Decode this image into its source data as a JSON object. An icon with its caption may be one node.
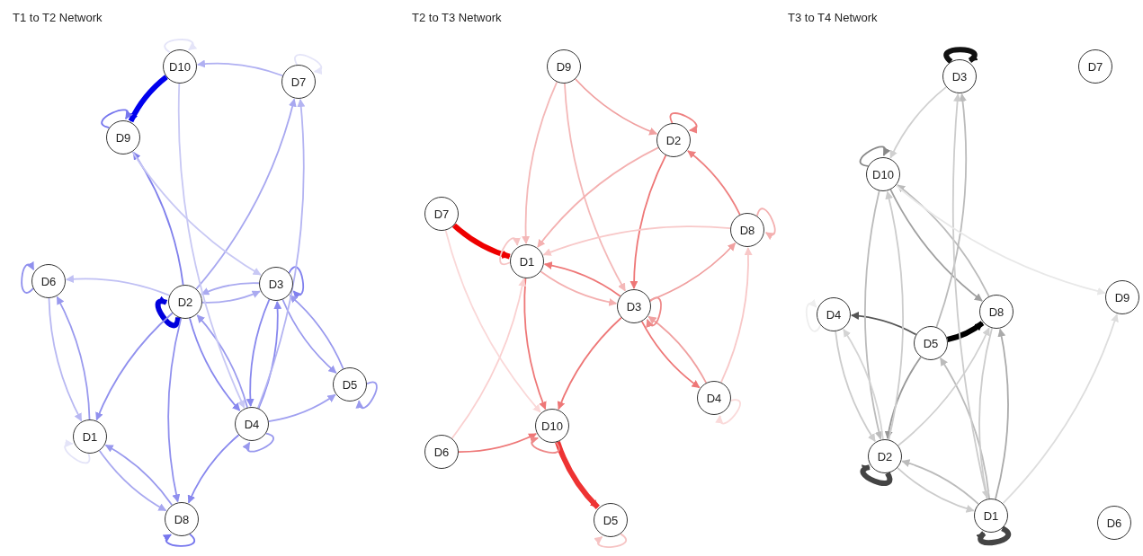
{
  "diagram": {
    "nodes": [
      {
        "text": [
          "D10"
        ]
      },
      {
        "text": [
          "D7"
        ]
      },
      {
        "text": [
          "D9"
        ]
      },
      {
        "text": [
          "D6"
        ]
      },
      {
        "text": [
          "D3"
        ]
      },
      {
        "text": [
          "D2"
        ]
      },
      {
        "text": [
          "D5"
        ]
      },
      {
        "text": [
          "D4"
        ]
      },
      {
        "text": [
          "D1"
        ]
      },
      {
        "text": [
          "D8"
        ]
      },
      {
        "text": [
          "D9"
        ]
      },
      {
        "text": [
          "D2"
        ]
      },
      {
        "text": [
          "D7"
        ]
      },
      {
        "text": [
          "D8"
        ]
      },
      {
        "text": [
          "D1"
        ]
      },
      {
        "text": [
          "D3"
        ]
      },
      {
        "text": [
          "D4"
        ]
      },
      {
        "text": [
          "D10"
        ]
      },
      {
        "text": [
          "D6"
        ]
      },
      {
        "text": [
          "D5"
        ]
      },
      {
        "text": [
          "D7"
        ]
      },
      {
        "text": [
          "D3"
        ]
      },
      {
        "text": [
          "D10"
        ]
      },
      {
        "text": [
          "D9"
        ]
      },
      {
        "text": [
          "D8"
        ]
      },
      {
        "text": [
          "D4"
        ]
      },
      {
        "text": [
          "D5"
        ]
      },
      {
        "text": [
          "D2"
        ]
      },
      {
        "text": [
          "D1"
        ]
      },
      {
        "text": [
          "D6"
        ]
      }
    ],
    "edges": [
      {
        "from": 0,
        "to": 2,
        "arrow": "to",
        "style": "thick",
        "color": "#0000ee"
      },
      {
        "from": 2,
        "to": 2,
        "arrow": "to",
        "color": "#7777ee"
      },
      {
        "from": 5,
        "to": 5,
        "arrow": "to",
        "style": "thick",
        "color": "#0000dd"
      },
      {
        "from": 5,
        "to": 2,
        "arrow": "to",
        "color": "#8080ec"
      },
      {
        "from": 1,
        "to": 0,
        "arrow": "to",
        "color": "#b0b0f2"
      },
      {
        "from": 4,
        "to": 4,
        "arrow": "to",
        "color": "#8080ee"
      },
      {
        "from": 3,
        "to": 3,
        "arrow": "to",
        "color": "#9090ee"
      },
      {
        "from": 6,
        "to": 6,
        "arrow": "to",
        "color": "#9999ee"
      },
      {
        "from": 7,
        "to": 7,
        "arrow": "to",
        "color": "#9999ee"
      },
      {
        "from": 9,
        "to": 9,
        "arrow": "to",
        "color": "#7777ee"
      },
      {
        "from": 0,
        "to": 0,
        "arrow": "to",
        "color": "#e4e4f8"
      },
      {
        "from": 1,
        "to": 1,
        "arrow": "to",
        "color": "#e4e4f8"
      },
      {
        "from": 8,
        "to": 8,
        "arrow": "to",
        "color": "#e4e4f8"
      },
      {
        "from": 4,
        "to": 7,
        "arrow": "to",
        "color": "#8888ee"
      },
      {
        "from": 7,
        "to": 4,
        "arrow": "to",
        "color": "#8888ee"
      },
      {
        "from": 5,
        "to": 7,
        "arrow": "to",
        "color": "#8888ee"
      },
      {
        "from": 7,
        "to": 5,
        "arrow": "to",
        "color": "#9a9aee"
      },
      {
        "from": 4,
        "to": 6,
        "arrow": "to",
        "color": "#9999ee"
      },
      {
        "from": 6,
        "to": 4,
        "arrow": "to",
        "color": "#9999ee"
      },
      {
        "from": 7,
        "to": 6,
        "arrow": "to",
        "color": "#a0a0f0"
      },
      {
        "from": 7,
        "to": 9,
        "arrow": "to",
        "color": "#8888ee"
      },
      {
        "from": 5,
        "to": 9,
        "arrow": "to",
        "color": "#9090ee"
      },
      {
        "from": 5,
        "to": 8,
        "arrow": "to",
        "color": "#9090ee"
      },
      {
        "from": 9,
        "to": 8,
        "arrow": "to",
        "color": "#9999ee"
      },
      {
        "from": 8,
        "to": 9,
        "arrow": "to",
        "color": "#a8a8f0"
      },
      {
        "from": 8,
        "to": 3,
        "arrow": "to",
        "color": "#9999ee"
      },
      {
        "from": 3,
        "to": 8,
        "arrow": "to",
        "color": "#b8b8f2"
      },
      {
        "from": 4,
        "to": 5,
        "arrow": "to",
        "color": "#aaaaf0"
      },
      {
        "from": 5,
        "to": 4,
        "arrow": "to",
        "color": "#aaaaf0"
      },
      {
        "from": 5,
        "to": 1,
        "arrow": "to",
        "color": "#a8a8f0"
      },
      {
        "from": 7,
        "to": 1,
        "arrow": "to",
        "color": "#b4b4f2"
      },
      {
        "from": 5,
        "to": 3,
        "arrow": "to",
        "color": "#c0c0f4"
      },
      {
        "from": 0,
        "to": 7,
        "arrow": "to",
        "color": "#c8c8f4"
      },
      {
        "from": 2,
        "to": 4,
        "arrow": "to",
        "color": "#c8c8f4"
      },
      {
        "from": 12,
        "to": 14,
        "arrow": "to",
        "style": "thick",
        "color": "#ee0000"
      },
      {
        "from": 17,
        "to": 19,
        "arrow": "to",
        "style": "thick",
        "color": "#ee3333"
      },
      {
        "from": 18,
        "to": 17,
        "arrow": "to",
        "color": "#ee7777"
      },
      {
        "from": 17,
        "to": 17,
        "arrow": "to",
        "color": "#ee8888"
      },
      {
        "from": 11,
        "to": 15,
        "arrow": "to",
        "color": "#ee7777"
      },
      {
        "from": 13,
        "to": 11,
        "arrow": "to",
        "color": "#ee8080"
      },
      {
        "from": 11,
        "to": 11,
        "arrow": "to",
        "color": "#ee8080"
      },
      {
        "from": 10,
        "to": 11,
        "arrow": "to",
        "color": "#f0a0a0"
      },
      {
        "from": 15,
        "to": 14,
        "arrow": "to",
        "color": "#ee7777"
      },
      {
        "from": 14,
        "to": 15,
        "arrow": "to",
        "color": "#f4b0b0"
      },
      {
        "from": 14,
        "to": 17,
        "arrow": "to",
        "color": "#ee7777"
      },
      {
        "from": 15,
        "to": 17,
        "arrow": "to",
        "color": "#ee7777"
      },
      {
        "from": 15,
        "to": 16,
        "arrow": "to",
        "color": "#ee7777"
      },
      {
        "from": 16,
        "to": 15,
        "arrow": "to",
        "color": "#f0a0a0"
      },
      {
        "from": 15,
        "to": 15,
        "arrow": "to",
        "color": "#ee8888"
      },
      {
        "from": 15,
        "to": 13,
        "arrow": "to",
        "color": "#f0a0a0"
      },
      {
        "from": 13,
        "to": 13,
        "arrow": "to",
        "color": "#f4b0b0"
      },
      {
        "from": 14,
        "to": 14,
        "arrow": "to",
        "color": "#f6c4c4"
      },
      {
        "from": 19,
        "to": 19,
        "arrow": "to",
        "color": "#f6c4c4"
      },
      {
        "from": 16,
        "to": 16,
        "arrow": "to",
        "color": "#fadada"
      },
      {
        "from": 10,
        "to": 14,
        "arrow": "to",
        "color": "#f4b8b8"
      },
      {
        "from": 10,
        "to": 15,
        "arrow": "to",
        "color": "#f4b8b8"
      },
      {
        "from": 11,
        "to": 14,
        "arrow": "to",
        "color": "#f4b0b0"
      },
      {
        "from": 13,
        "to": 14,
        "arrow": "to",
        "color": "#f8c8c8"
      },
      {
        "from": 16,
        "to": 13,
        "arrow": "to",
        "color": "#f8c8c8"
      },
      {
        "from": 18,
        "to": 14,
        "arrow": "to",
        "color": "#fad0d0"
      },
      {
        "from": 12,
        "to": 17,
        "arrow": "to",
        "color": "#fad8d8"
      },
      {
        "from": 21,
        "to": 21,
        "arrow": "to",
        "style": "thick",
        "color": "#111111"
      },
      {
        "from": 26,
        "to": 24,
        "arrow": "to",
        "style": "thick",
        "color": "#000000"
      },
      {
        "from": 26,
        "to": 25,
        "arrow": "to",
        "color": "#555555"
      },
      {
        "from": 27,
        "to": 27,
        "arrow": "to",
        "style": "thick",
        "color": "#444444"
      },
      {
        "from": 28,
        "to": 28,
        "arrow": "to",
        "style": "thick",
        "color": "#444444"
      },
      {
        "from": 22,
        "to": 22,
        "arrow": "to",
        "color": "#888888"
      },
      {
        "from": 26,
        "to": 27,
        "arrow": "to",
        "color": "#999999"
      },
      {
        "from": 22,
        "to": 24,
        "arrow": "to",
        "color": "#a0a0a0"
      },
      {
        "from": 24,
        "to": 22,
        "arrow": "to",
        "color": "#bbbbbb"
      },
      {
        "from": 28,
        "to": 24,
        "arrow": "to",
        "color": "#aaaaaa"
      },
      {
        "from": 28,
        "to": 27,
        "arrow": "to",
        "color": "#bbbbbb"
      },
      {
        "from": 27,
        "to": 28,
        "arrow": "to",
        "color": "#cccccc"
      },
      {
        "from": 28,
        "to": 26,
        "arrow": "to",
        "color": "#bbbbbb"
      },
      {
        "from": 26,
        "to": 21,
        "arrow": "to",
        "color": "#bbbbbb"
      },
      {
        "from": 28,
        "to": 21,
        "arrow": "to",
        "color": "#cccccc"
      },
      {
        "from": 22,
        "to": 27,
        "arrow": "to",
        "color": "#bbbbbb"
      },
      {
        "from": 27,
        "to": 22,
        "arrow": "to",
        "color": "#cccccc"
      },
      {
        "from": 25,
        "to": 27,
        "arrow": "to",
        "color": "#cccccc"
      },
      {
        "from": 27,
        "to": 25,
        "arrow": "to",
        "color": "#d4d4d4"
      },
      {
        "from": 21,
        "to": 22,
        "arrow": "to",
        "color": "#d0d0d0"
      },
      {
        "from": 27,
        "to": 24,
        "arrow": "to",
        "color": "#d0d0d0"
      },
      {
        "from": 28,
        "to": 23,
        "arrow": "to",
        "color": "#dddddd"
      },
      {
        "from": 22,
        "to": 23,
        "arrow": "to",
        "color": "#e8e8e8"
      },
      {
        "from": 25,
        "to": 25,
        "arrow": "to",
        "color": "#eeeeee"
      },
      {
        "from": 24,
        "to": 28,
        "arrow": "to",
        "color": "#cccccc"
      }
    ],
    "labels": [
      "T1 to T2 Network",
      "T2 to T3 Network",
      "T3 to T4 Network"
    ]
  }
}
